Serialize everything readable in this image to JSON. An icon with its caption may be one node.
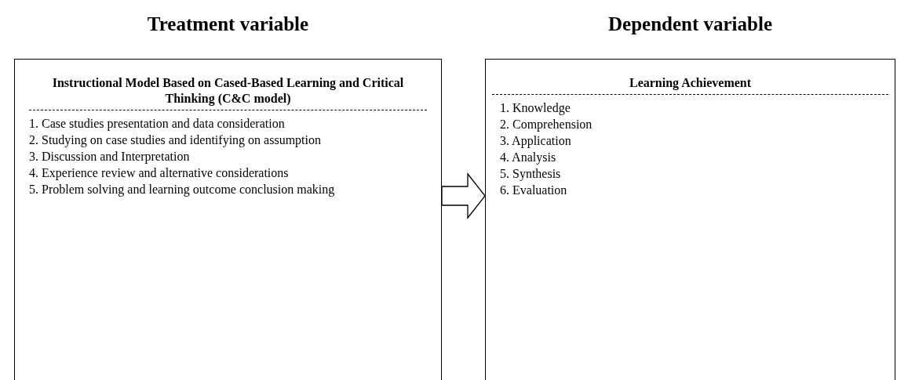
{
  "diagram": {
    "nodes": [
      {
        "text": [
          "Treatment variable",
          "Instructional Model Based on Cased-Based Learning and Critical Thinking (C&C model)",
          "1. Case studies presentation and data consideration",
          "2. Studying on case studies and identifying on assumption",
          "3. Discussion and Interpretation",
          "4. Experience review and alternative considerations",
          "5. Problem solving and learning outcome conclusion making"
        ]
      },
      {
        "text": [
          "Dependent variable",
          "Learning Achievement",
          "1. Knowledge",
          "2. Comprehension",
          "3. Application",
          "4. Analysis",
          "5. Synthesis",
          "6. Evaluation"
        ]
      }
    ],
    "edges": [
      {
        "from": 0,
        "to": 1,
        "arrow": "to"
      }
    ]
  }
}
